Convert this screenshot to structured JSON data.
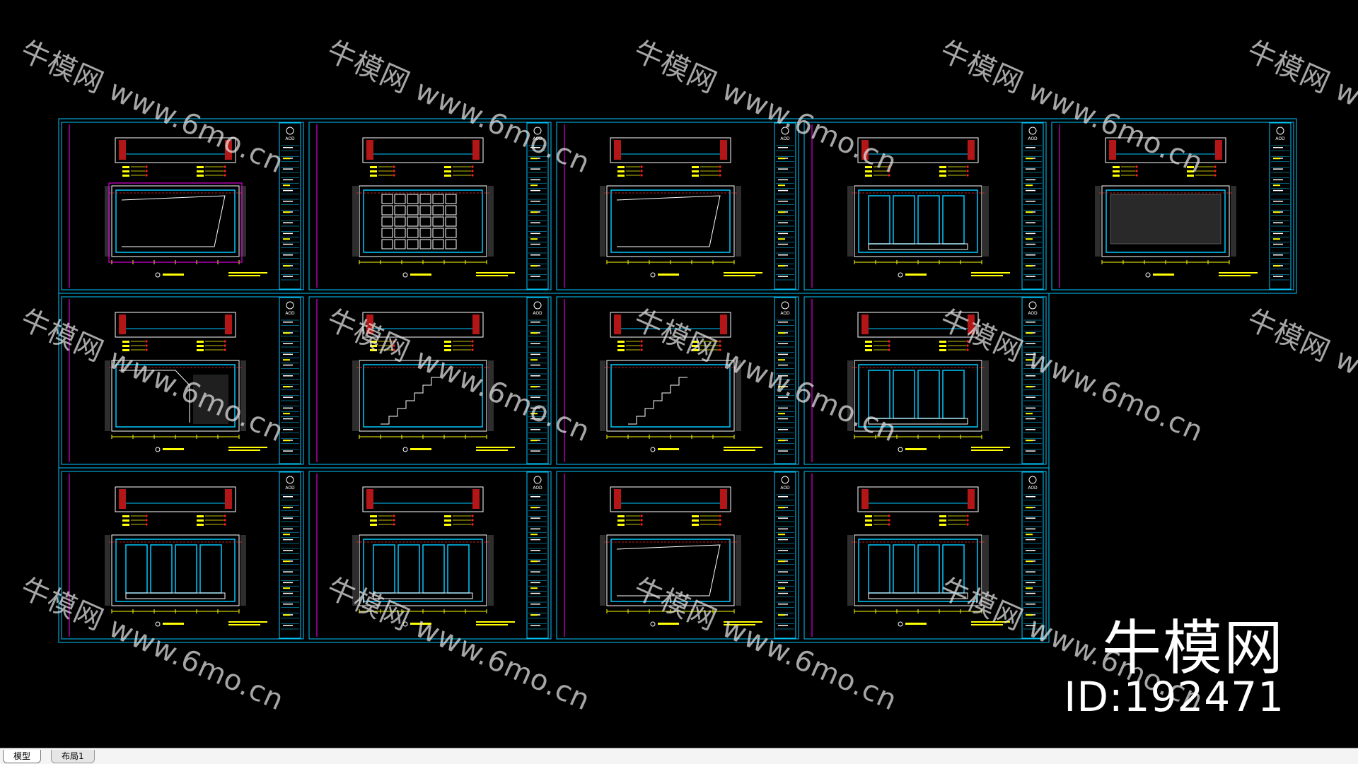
{
  "colors": {
    "background": "#000000",
    "frame": "#00c8ff",
    "dimension": "#ffff00",
    "annotation": "#ff2020",
    "highlight": "#ff00ff",
    "line_white": "#ffffff"
  },
  "watermark": {
    "text": "牛模网 www.6mo.cn"
  },
  "brand": {
    "name": "牛模网",
    "id": "ID:192471"
  },
  "tabs": [
    {
      "label": "模型",
      "active": true
    },
    {
      "label": "布局1",
      "active": false
    }
  ],
  "title_block": {
    "logo": "AOD"
  },
  "sheets": [
    {
      "row": 0,
      "col": 0,
      "variant": "wall"
    },
    {
      "row": 0,
      "col": 1,
      "variant": "grid"
    },
    {
      "row": 0,
      "col": 2,
      "variant": "wall"
    },
    {
      "row": 0,
      "col": 3,
      "variant": "cabinet"
    },
    {
      "row": 0,
      "col": 4,
      "variant": "hatch"
    },
    {
      "row": 1,
      "col": 0,
      "variant": "corner"
    },
    {
      "row": 1,
      "col": 1,
      "variant": "stair"
    },
    {
      "row": 1,
      "col": 2,
      "variant": "stair2"
    },
    {
      "row": 1,
      "col": 3,
      "variant": "cabinet"
    },
    {
      "row": 2,
      "col": 0,
      "variant": "panel"
    },
    {
      "row": 2,
      "col": 1,
      "variant": "panel"
    },
    {
      "row": 2,
      "col": 2,
      "variant": "wall"
    },
    {
      "row": 2,
      "col": 3,
      "variant": "cabinet"
    }
  ]
}
